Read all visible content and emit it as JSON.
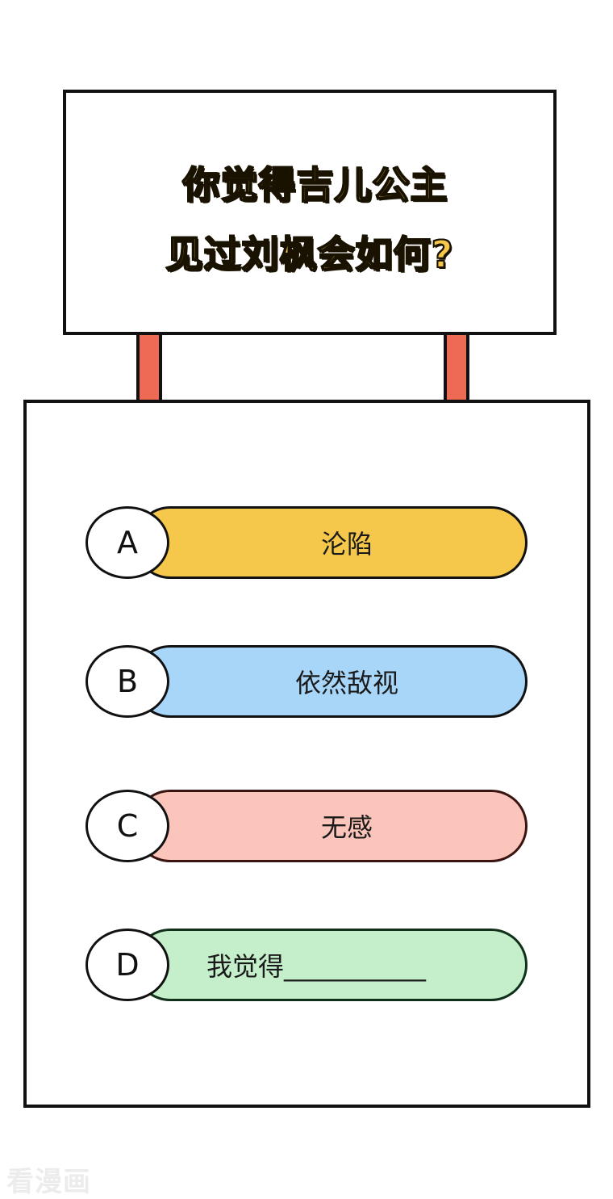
{
  "question": {
    "line1": "你觉得吉儿公主",
    "line2": "见过刘枫会如何?"
  },
  "options": [
    {
      "letter": "A",
      "text": "沦陷",
      "color": "#f5c84b"
    },
    {
      "letter": "B",
      "text": "依然敌视",
      "color": "#a7d6f8"
    },
    {
      "letter": "C",
      "text": "无感",
      "color": "#fcc5bb"
    },
    {
      "letter": "D",
      "text": "我觉得___________",
      "color": "#c4efca"
    }
  ],
  "colors": {
    "post": "#ef6a55",
    "outline": "#111111",
    "title_fill": "#f5c84b"
  },
  "watermark": "看漫画"
}
